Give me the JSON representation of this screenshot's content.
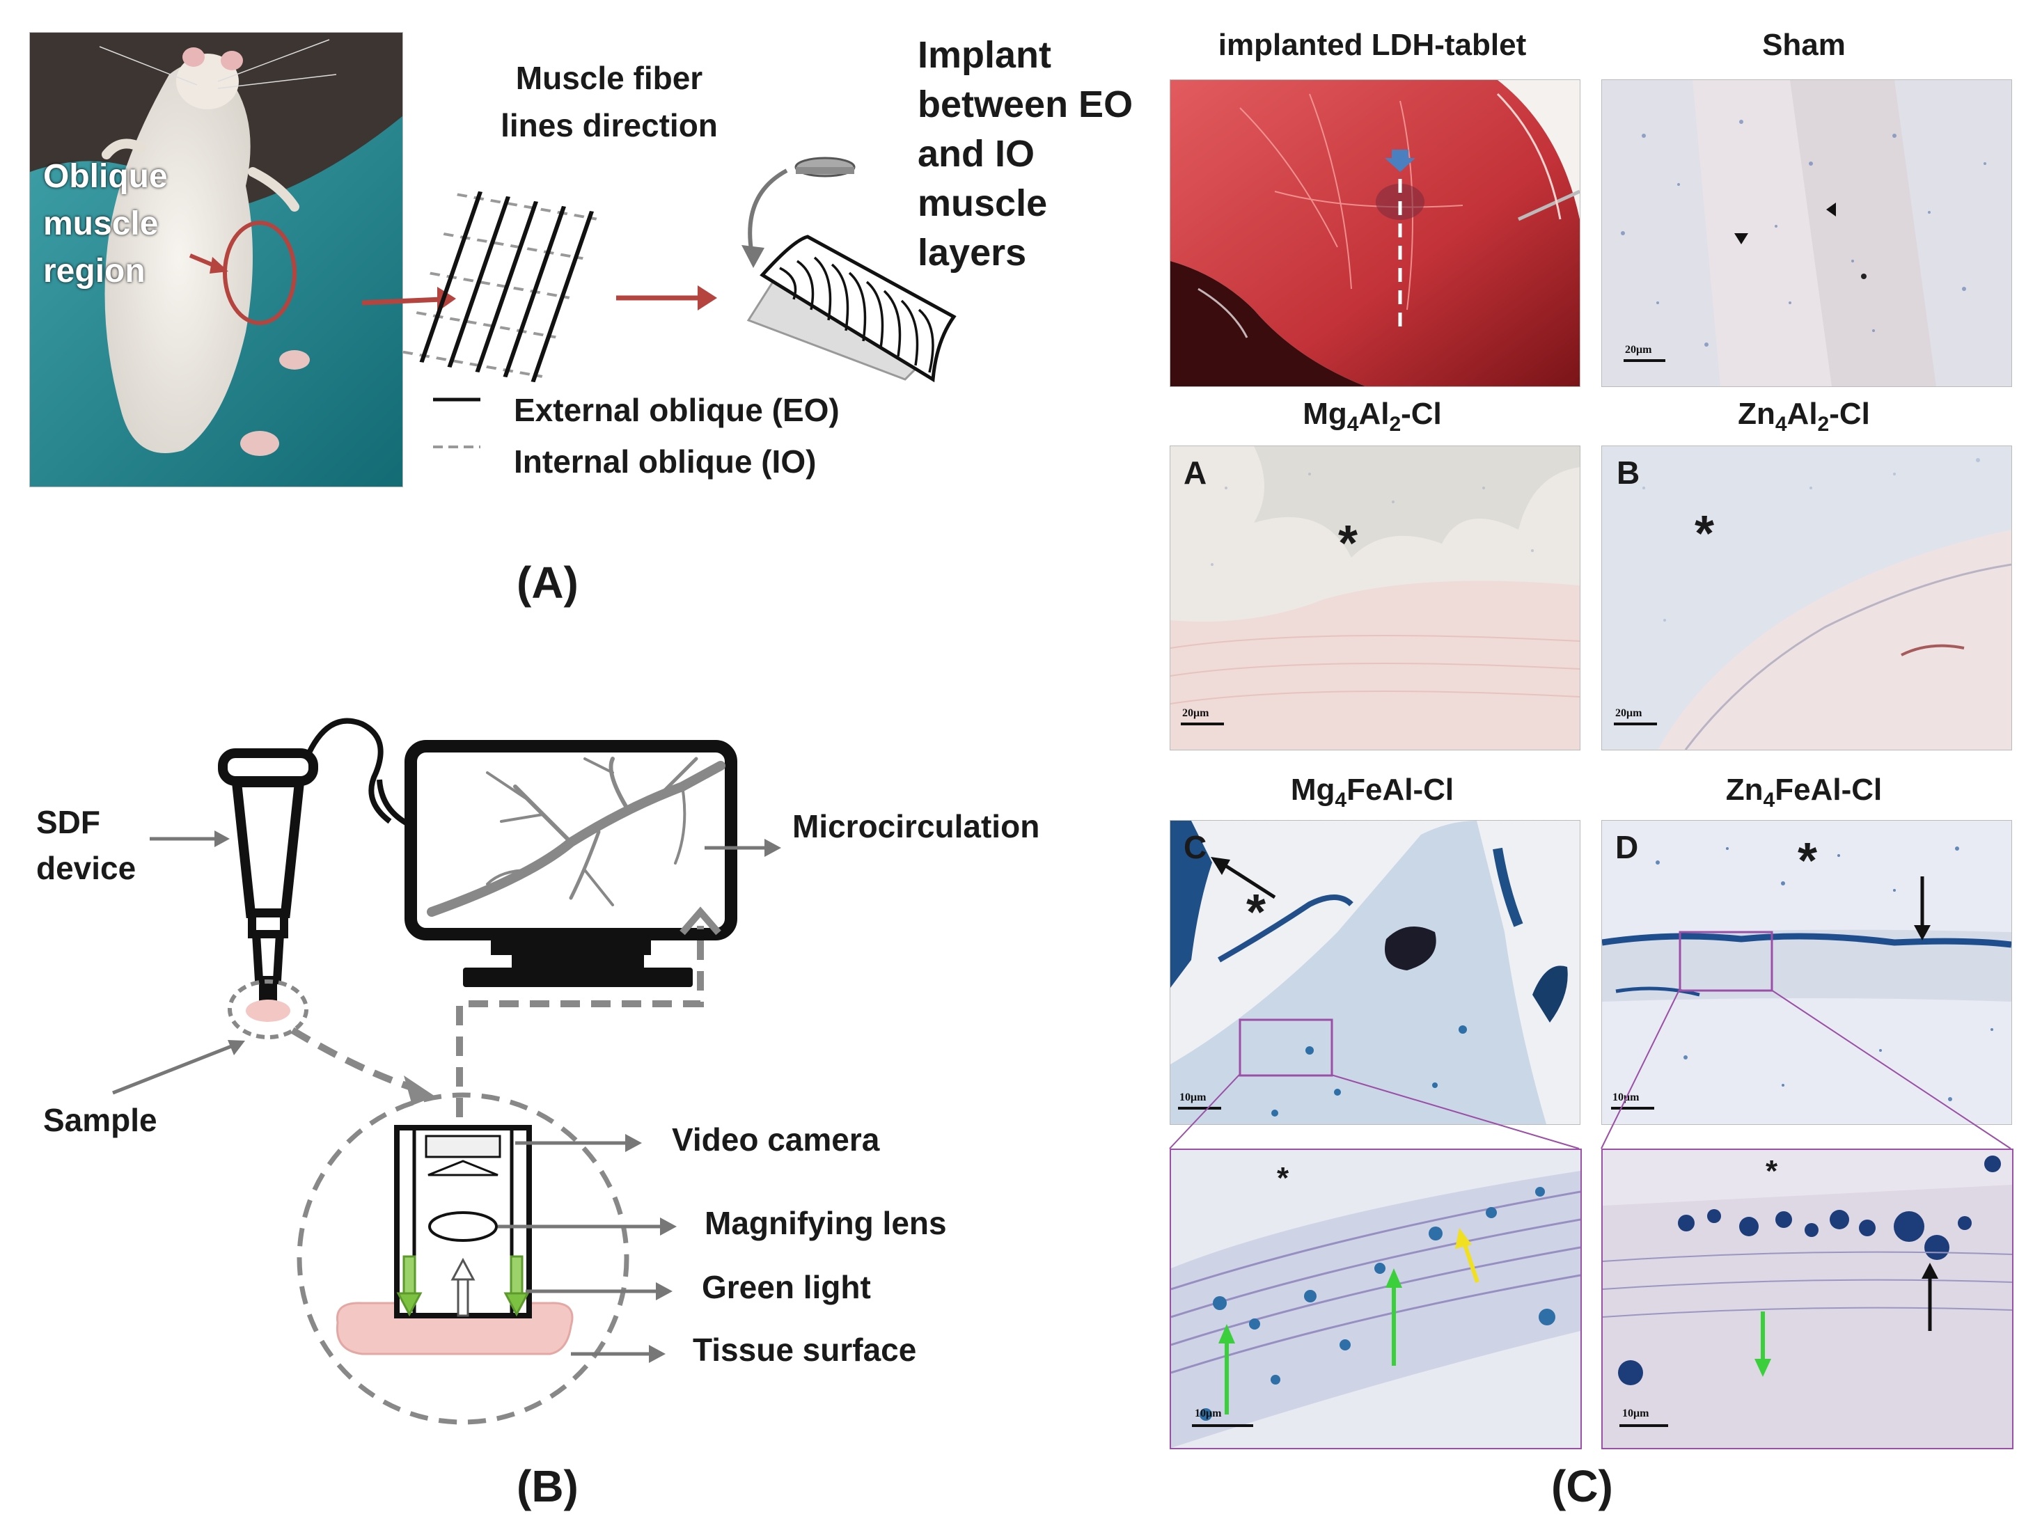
{
  "panel_a": {
    "photo_label_lines": [
      "Oblique",
      "muscle",
      "region"
    ],
    "fiber_label_lines": [
      "Muscle fiber",
      "lines direction"
    ],
    "implant_label_lines": [
      "Implant",
      "between EO",
      "and IO",
      "muscle",
      "layers"
    ],
    "legend_eo": "External oblique (EO)",
    "legend_io": "Internal oblique (IO)",
    "panel_label": "(A)"
  },
  "panel_b": {
    "sdf_lines": [
      "SDF",
      "device"
    ],
    "sample": "Sample",
    "microcirculation": "Microcirculation",
    "video_camera": "Video camera",
    "magnifying_lens": "Magnifying lens",
    "green_light": "Green light",
    "tissue_surface": "Tissue surface",
    "panel_label": "(B)"
  },
  "panel_c": {
    "titles": {
      "implanted": "implanted LDH-tablet",
      "sham": "Sham",
      "mg4al2": {
        "base1": "Mg",
        "sub1": "4",
        "base2": "Al",
        "sub2": "2",
        "rest": "-Cl"
      },
      "zn4al2": {
        "base1": "Zn",
        "sub1": "4",
        "base2": "Al",
        "sub2": "2",
        "rest": "-Cl"
      },
      "mg4feal": {
        "base1": "Mg",
        "sub1": "4",
        "rest": "FeAl-Cl"
      },
      "zn4feal": {
        "base1": "Zn",
        "sub1": "4",
        "rest": "FeAl-Cl"
      }
    },
    "tile_letters": {
      "a": "A",
      "b": "B",
      "c": "C",
      "d": "D"
    },
    "star": "*",
    "scale_20": "20μm",
    "scale_10": "10μm",
    "panel_label": "(C)"
  },
  "colors": {
    "arrow_red": "#b5443f",
    "tissue_pink": "#f3c7c4",
    "green_light": "#7cc142",
    "purple_box": "#9b4fa6",
    "histo_blue": "#2d6fa6"
  }
}
